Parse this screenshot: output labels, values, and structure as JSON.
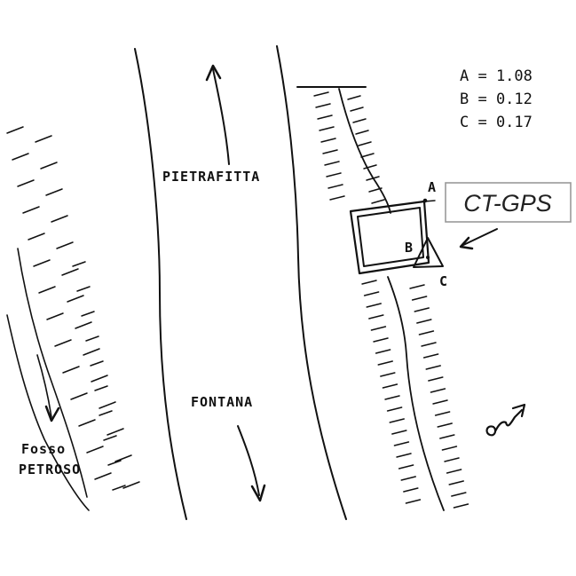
{
  "roads": {
    "upper_label": "PIETRAFITTA",
    "lower_label": "FONTANA"
  },
  "stream": {
    "line1": "Fosso",
    "line2": "PETROSO"
  },
  "station": {
    "label": "CT-GPS",
    "point_a": "A",
    "point_b": "B",
    "point_c": "C"
  },
  "legend": [
    {
      "text": "A = 1.08"
    },
    {
      "text": "B = 0.12"
    },
    {
      "text": "C = 0.17"
    }
  ],
  "icons": {
    "north_arrow": "north-arrow-icon",
    "direction_arrow": "arrow-icon",
    "station_marker": "triangle-marker-icon"
  }
}
